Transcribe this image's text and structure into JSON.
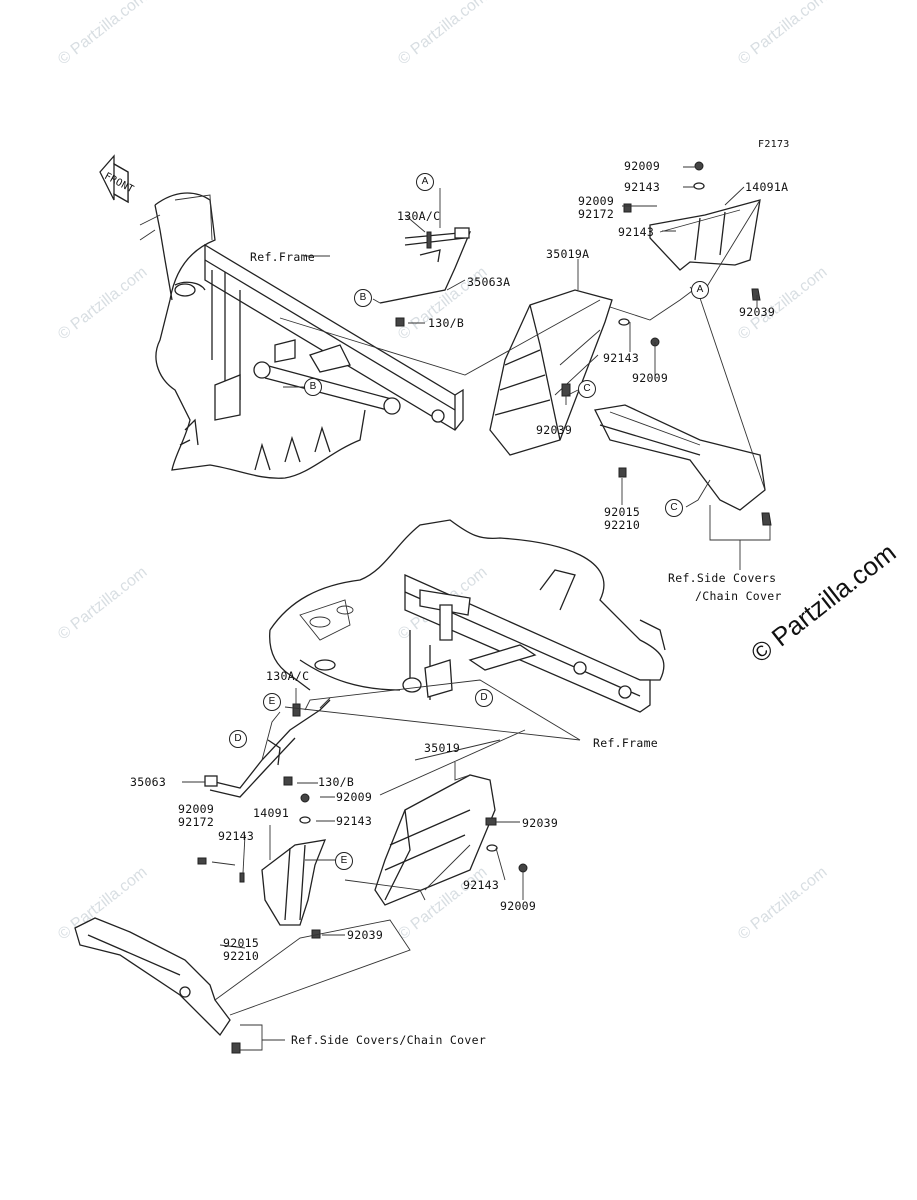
{
  "figure_code": "F2173",
  "front_label": "FRONT",
  "watermark_text": "© Partzilla.com",
  "callouts": {
    "A": "A",
    "B": "B",
    "C": "C",
    "D": "D",
    "E": "E"
  },
  "labels_top": {
    "p92009_a": "92009",
    "p92143_a": "92143",
    "p14091A": "14091A",
    "p92009_b": "92009",
    "p92172_a": "92172",
    "p92143_b": "92143",
    "p130AC_a": "130A/C",
    "ref_frame_a": "Ref.Frame",
    "p35019A": "35019A",
    "p35063A": "35063A",
    "p130B_a": "130/B",
    "p92039_a": "92039",
    "p92143_c": "92143",
    "p92009_c": "92009",
    "p92039_b": "92039",
    "p92015_a": "92015",
    "p92210_a": "92210",
    "ref_side_a1": "Ref.Side Covers",
    "ref_side_a2": "/Chain Cover"
  },
  "labels_bottom": {
    "p130AC_b": "130A/C",
    "ref_frame_b": "Ref.Frame",
    "p35019": "35019",
    "p35063": "35063",
    "p130B_b": "130/B",
    "p92009_d": "92009",
    "p92172_b": "92172",
    "p14091": "14091",
    "p92009_e": "92009",
    "p92143_d": "92143",
    "p92143_e": "92143",
    "p92039_c": "92039",
    "p92143_f": "92143",
    "p92009_f": "92009",
    "p92039_d": "92039",
    "p92015_b": "92015",
    "p92210_b": "92210",
    "ref_side_b": "Ref.Side Covers/Chain Cover"
  }
}
